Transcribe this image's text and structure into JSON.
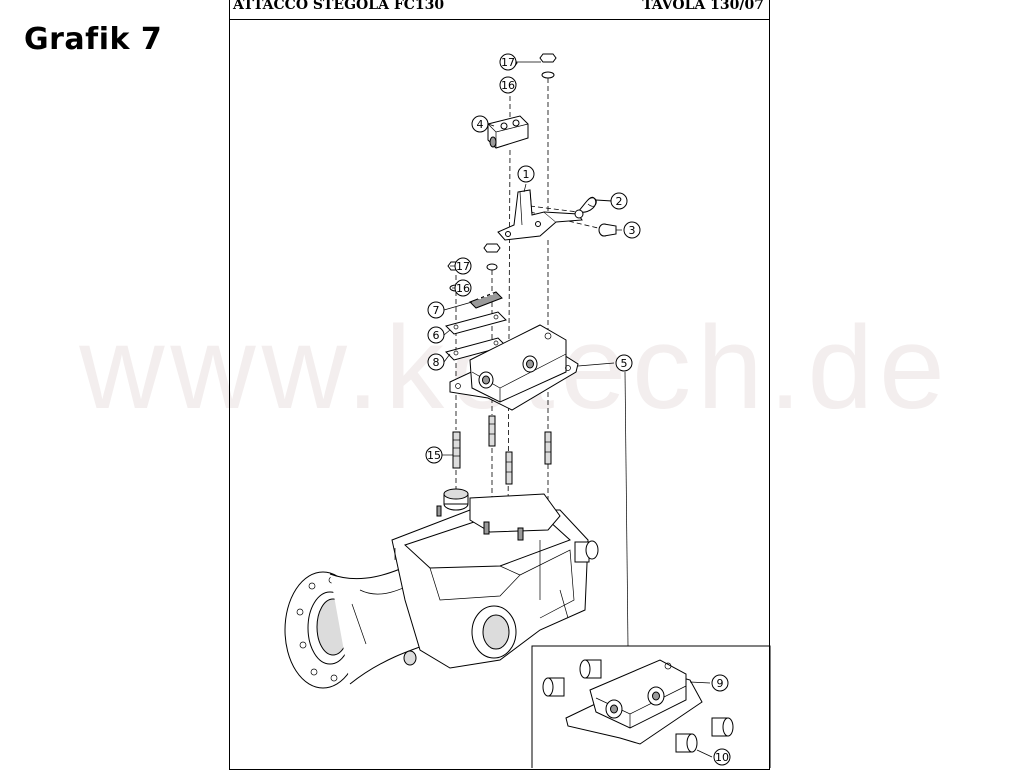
{
  "page": {
    "label": "Grafik 7",
    "watermark": "www.kotech.de"
  },
  "sheet": {
    "title_left": "ATTACCO STEGOLA FC130",
    "title_right": "TAVOLA 130/07"
  },
  "callouts": [
    {
      "id": "c17a",
      "number": "17"
    },
    {
      "id": "c16a",
      "number": "16"
    },
    {
      "id": "c4",
      "number": "4"
    },
    {
      "id": "c1",
      "number": "1"
    },
    {
      "id": "c2",
      "number": "2"
    },
    {
      "id": "c3",
      "number": "3"
    },
    {
      "id": "c17b",
      "number": "17"
    },
    {
      "id": "c16b",
      "number": "16"
    },
    {
      "id": "c7",
      "number": "7"
    },
    {
      "id": "c6",
      "number": "6"
    },
    {
      "id": "c8",
      "number": "8"
    },
    {
      "id": "c5",
      "number": "5"
    },
    {
      "id": "c15",
      "number": "15"
    },
    {
      "id": "c9",
      "number": "9"
    },
    {
      "id": "c10",
      "number": "10"
    }
  ]
}
